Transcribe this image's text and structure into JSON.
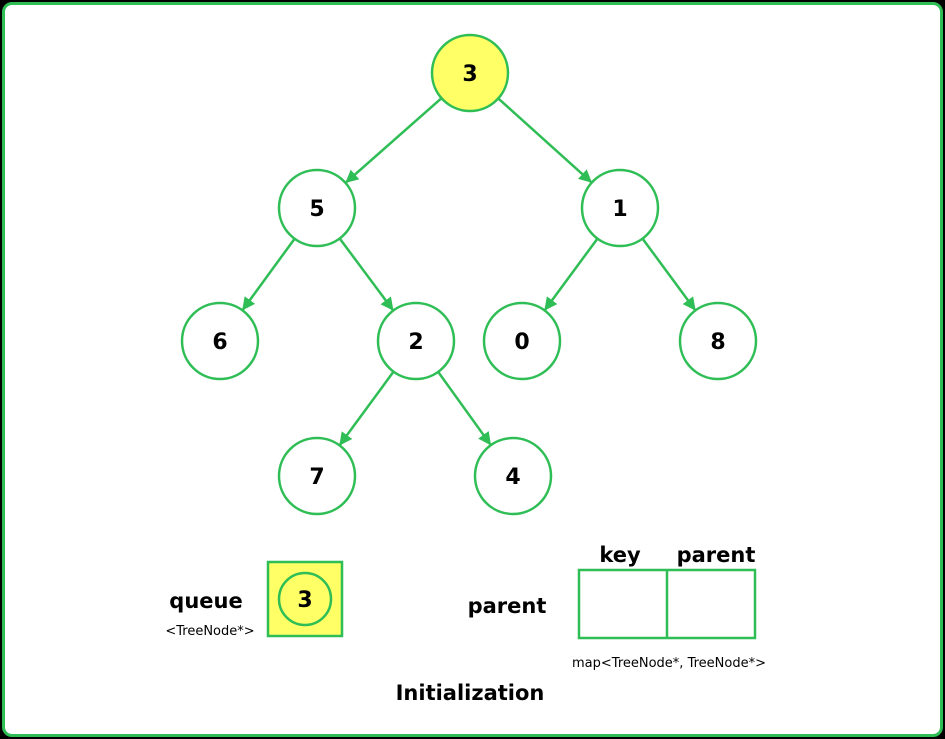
{
  "colors": {
    "border": "#2fbe55",
    "edge": "#2fbe55",
    "highlight_fill": "#ffff66",
    "node_fill": "#ffffff",
    "text": "#000000"
  },
  "tree": {
    "nodes": [
      {
        "id": "n3",
        "label": "3",
        "highlighted": true
      },
      {
        "id": "n5",
        "label": "5",
        "highlighted": false
      },
      {
        "id": "n1",
        "label": "1",
        "highlighted": false
      },
      {
        "id": "n6",
        "label": "6",
        "highlighted": false
      },
      {
        "id": "n2",
        "label": "2",
        "highlighted": false
      },
      {
        "id": "n0",
        "label": "0",
        "highlighted": false
      },
      {
        "id": "n8",
        "label": "8",
        "highlighted": false
      },
      {
        "id": "n7",
        "label": "7",
        "highlighted": false
      },
      {
        "id": "n4",
        "label": "4",
        "highlighted": false
      }
    ],
    "edges": [
      {
        "from": "n3",
        "to": "n5"
      },
      {
        "from": "n3",
        "to": "n1"
      },
      {
        "from": "n5",
        "to": "n6"
      },
      {
        "from": "n5",
        "to": "n2"
      },
      {
        "from": "n1",
        "to": "n0"
      },
      {
        "from": "n1",
        "to": "n8"
      },
      {
        "from": "n2",
        "to": "n7"
      },
      {
        "from": "n2",
        "to": "n4"
      }
    ]
  },
  "queue": {
    "label": "queue",
    "type_label": "<TreeNode*>",
    "items": [
      "3"
    ]
  },
  "parent_map": {
    "label": "parent",
    "col_key": "key",
    "col_parent": "parent",
    "type_label": "map<TreeNode*, TreeNode*>"
  },
  "caption": "Initialization"
}
